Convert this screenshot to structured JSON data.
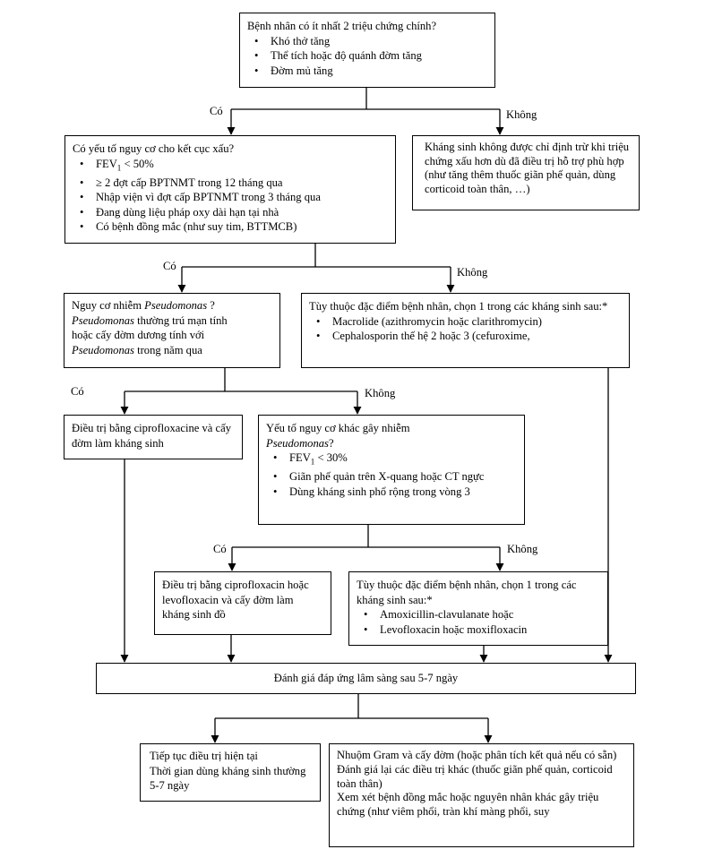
{
  "q1": {
    "title": "Bệnh nhân có ít nhất 2 triệu chứng chính?",
    "items": [
      "Khó thở tăng",
      "Thể tích hoặc độ quánh đờm tăng",
      "Đờm mủ tăng"
    ]
  },
  "no1": "Kháng sinh không được chỉ định trừ khi triệu chứng xấu hơn dù đã điều trị hỗ trợ phù hợp (như tăng thêm thuốc giãn phế quản, dùng corticoid toàn thân, …)",
  "q2": {
    "title": "Có yếu tố nguy cơ cho kết cục xấu?",
    "fev_label": "FEV",
    "fev_sub": "1",
    "fev_rest": " < 50%",
    "items": [
      "≥ 2 đợt cấp BPTNMT trong 12 tháng qua",
      "Nhập viện vì đợt cấp BPTNMT trong 3 tháng qua",
      "Đang dùng liệu pháp oxy dài hạn tại nhà",
      "Có bệnh đồng mắc (như suy tim, BTTMCB)"
    ]
  },
  "q3": {
    "l1a": "Nguy cơ nhiễm ",
    "l1b": "Pseudomonas",
    "l1c": " ?",
    "l2a": "Pseudomonas",
    "l2b": " thường trú mạn tính",
    "l3": "hoặc cấy đờm dương tính với",
    "l4a": "Pseudomonas",
    "l4b": " trong năm qua"
  },
  "no2": {
    "title": "Tùy thuộc đặc điểm bệnh nhân, chọn 1 trong các kháng sinh sau:*",
    "items": [
      "Macrolide (azithromycin hoặc clarithromycin)",
      "Cephalosporin thế hệ 2 hoặc 3 (cefuroxime,"
    ]
  },
  "yes3": "Điều trị bằng ciprofloxacine và cấy đờm làm kháng sinh",
  "q4": {
    "l1": "Yếu tố nguy cơ khác gây nhiễm",
    "l2a": "Pseudomonas",
    "l2b": "?",
    "fev_label": "FEV",
    "fev_sub": "1",
    "fev_rest": " < 30%",
    "items": [
      "Giãn phế quản trên X-quang hoặc CT ngực",
      "Dùng kháng sinh phổ rộng trong vòng 3"
    ]
  },
  "yes4": "Điều trị bằng ciprofloxacin hoặc levofloxacin và cấy đờm làm kháng sinh đồ",
  "no4": {
    "title": "Tùy thuộc đặc điểm bệnh nhân, chọn 1 trong các kháng sinh sau:*",
    "items": [
      "Amoxicillin-clavulanate hoặc",
      "Levofloxacin hoặc moxifloxacin"
    ]
  },
  "eval": "Đánh giá đáp ứng lâm sàng sau 5-7 ngày",
  "cont": {
    "l1": "Tiếp tục điều trị hiện tại",
    "l2": "Thời gian dùng kháng sinh thường 5-7 ngày"
  },
  "fail": {
    "p1": "Nhuộm Gram và cấy đờm (hoặc phân tích kết quả nếu có sẵn)",
    "p2": "Đánh giá lại các điều trị khác (thuốc giãn phế quản, corticoid toàn thân)",
    "p3": "Xem xét bệnh đồng mắc hoặc nguyên nhân khác gây triệu chứng (như viêm phổi, tràn khí màng phổi, suy"
  },
  "labels": {
    "yes": "Có",
    "no": "Không"
  }
}
